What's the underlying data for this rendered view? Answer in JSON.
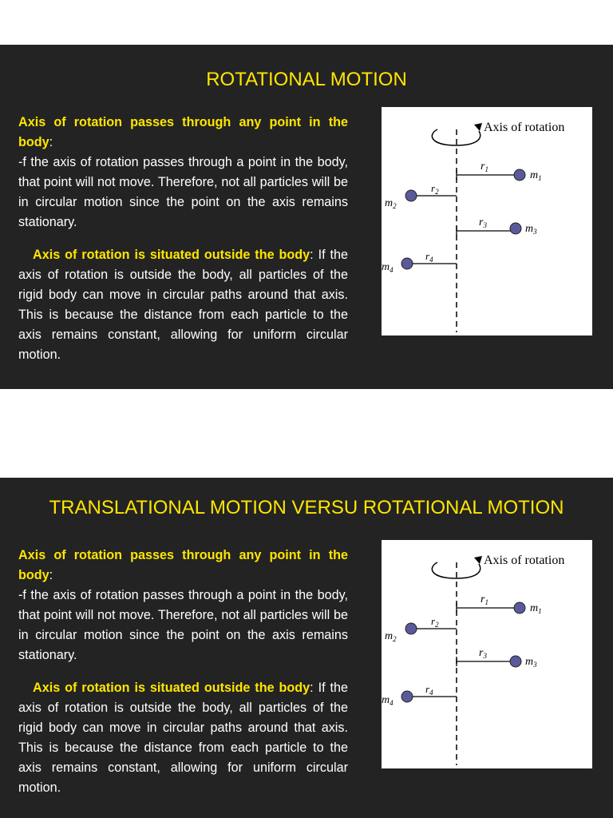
{
  "slides": [
    {
      "title": "ROTATIONAL MOTION",
      "p1_heading": "Axis of rotation passes through any point in the body",
      "p1_colon": ":",
      "p1_text": "-f the axis of rotation passes through a point in the body, that point will not move. Therefore, not all particles will be in circular motion since the point on the axis remains stationary.",
      "p2_heading": "Axis of rotation is situated outside the body",
      "p2_colon": ":",
      "p2_text": "If the axis of rotation is outside the body, all particles of the rigid body can move in circular paths around that axis. This is because the distance from each particle to the axis remains constant, allowing for uniform circular motion.",
      "figure": {
        "axis_label": "Axis of rotation",
        "m1": "m",
        "m1_sub": "1",
        "m2": "m",
        "m2_sub": "2",
        "m3": "m",
        "m3_sub": "3",
        "m4": "m",
        "m4_sub": "4",
        "r1": "r",
        "r1_sub": "1",
        "r2": "r",
        "r2_sub": "2",
        "r3": "r",
        "r3_sub": "3",
        "r4": "r",
        "r4_sub": "4"
      }
    },
    {
      "title": "TRANSLATIONAL MOTION VERSU ROTATIONAL MOTION",
      "p1_heading": "Axis of rotation passes through any point in the body",
      "p1_colon": ":",
      "p1_text": "-f the axis of rotation passes through a point in the body, that point will not move. Therefore, not all particles will be in circular motion since the point on the axis remains stationary.",
      "p2_heading": "Axis of rotation is situated outside the body",
      "p2_colon": ":",
      "p2_text": "If the axis of rotation is outside the body, all particles of the rigid body can move in circular paths around that axis. This is because the distance from each particle to the axis remains constant, allowing for uniform circular motion.",
      "figure": {
        "axis_label": "Axis of rotation",
        "m1": "m",
        "m1_sub": "1",
        "m2": "m",
        "m2_sub": "2",
        "m3": "m",
        "m3_sub": "3",
        "m4": "m",
        "m4_sub": "4",
        "r1": "r",
        "r1_sub": "1",
        "r2": "r",
        "r2_sub": "2",
        "r3": "r",
        "r3_sub": "3",
        "r4": "r",
        "r4_sub": "4"
      }
    }
  ],
  "colors": {
    "slide_bg": "#232323",
    "title": "#ffe600",
    "heading": "#ffe600",
    "body_text": "#ffffff",
    "particle": "#5a5a9a"
  }
}
